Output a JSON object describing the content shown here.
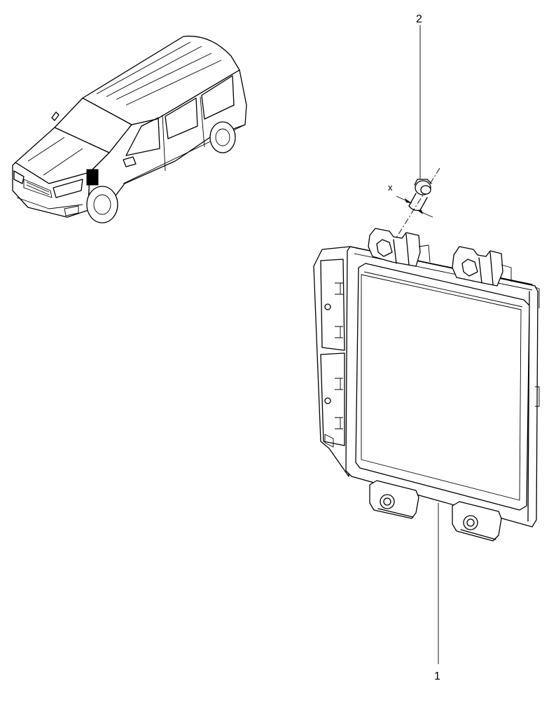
{
  "callouts": {
    "part_1": "1",
    "part_2": "2"
  },
  "dimension_label": "x"
}
